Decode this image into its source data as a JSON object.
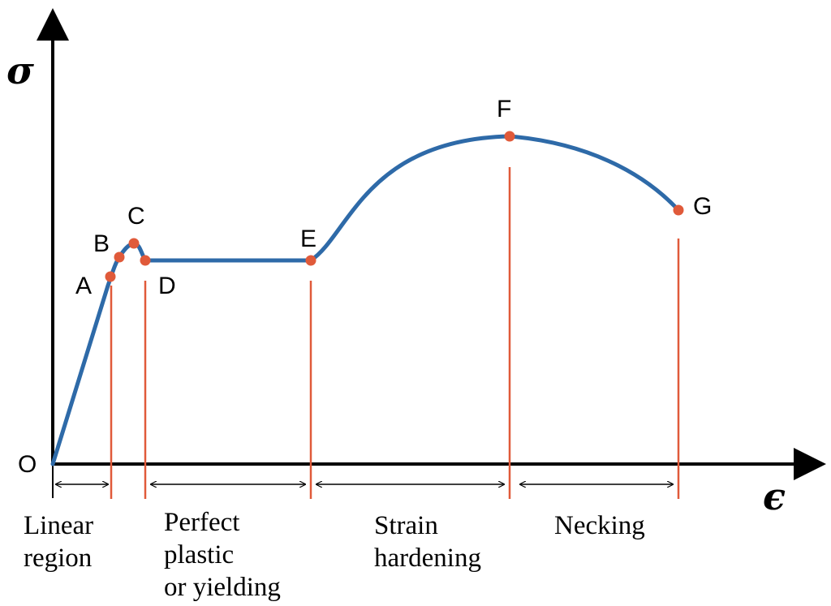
{
  "axes": {
    "y_symbol": "σ",
    "x_symbol": "ϵ",
    "origin_label": "O"
  },
  "points": [
    {
      "label": "A"
    },
    {
      "label": "B"
    },
    {
      "label": "C"
    },
    {
      "label": "D"
    },
    {
      "label": "E"
    },
    {
      "label": "F"
    },
    {
      "label": "G"
    }
  ],
  "regions": [
    {
      "lines": [
        "Linear",
        "region"
      ]
    },
    {
      "lines": [
        "Perfect",
        "plastic",
        "or yielding"
      ]
    },
    {
      "lines": [
        "Strain",
        "hardening"
      ]
    },
    {
      "lines": [
        "Necking"
      ]
    }
  ],
  "colors": {
    "curve": "#2e6aa8",
    "points": "#e05a3a",
    "dividers": "#e05a3a",
    "axes": "#000000"
  }
}
